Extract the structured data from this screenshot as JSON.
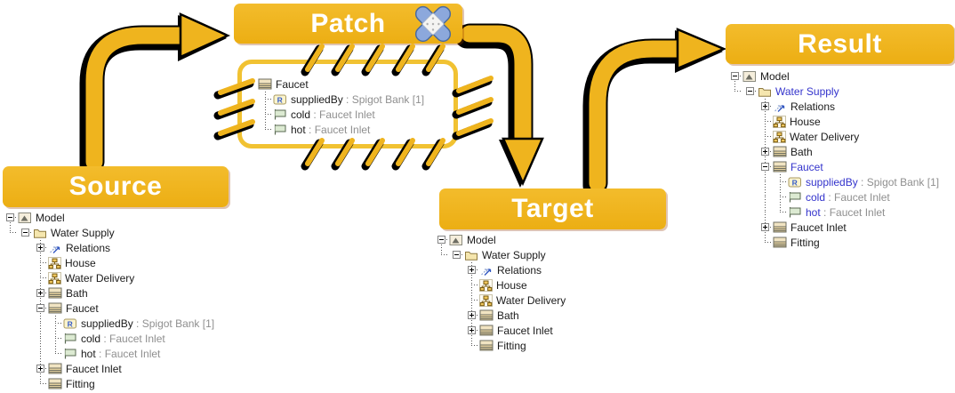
{
  "banners": {
    "source": "Source",
    "patch": "Patch",
    "target": "Target",
    "result": "Result"
  },
  "colors": {
    "gold": "#EFB41E",
    "patch_box_border": "#F1C232",
    "added_blue": "#3333CC",
    "suffix_gray": "#8F8F8F",
    "text": "#1A1A1A",
    "bandaid_blue": "#8CA8DC"
  },
  "trees": {
    "source": {
      "rows": [
        {
          "cells": [
            "HB-"
          ],
          "icon": "model",
          "label": "Model"
        },
        {
          "cells": [
            "TH",
            "H-"
          ],
          "icon": "folder",
          "label": "Water Supply"
        },
        {
          "cells": [
            "",
            "",
            "TBH+"
          ],
          "icon": "relations",
          "label": "Relations"
        },
        {
          "cells": [
            "",
            "",
            "TBH"
          ],
          "icon": "org",
          "label": "House"
        },
        {
          "cells": [
            "",
            "",
            "TBH"
          ],
          "icon": "org",
          "label": "Water Delivery"
        },
        {
          "cells": [
            "",
            "",
            "TBH+"
          ],
          "icon": "class",
          "label": "Bath"
        },
        {
          "cells": [
            "",
            "",
            "TBH-"
          ],
          "icon": "class",
          "label": "Faucet"
        },
        {
          "cells": [
            "",
            "",
            "TB",
            "TBH"
          ],
          "icon": "ref",
          "label": "suppliedBy",
          "suffix": " : Spigot Bank [1]"
        },
        {
          "cells": [
            "",
            "",
            "TB",
            "TBH"
          ],
          "icon": "attr",
          "label": "cold",
          "suffix": " : Faucet Inlet"
        },
        {
          "cells": [
            "",
            "",
            "TB",
            "TH"
          ],
          "icon": "attr",
          "label": "hot",
          "suffix": " : Faucet Inlet"
        },
        {
          "cells": [
            "",
            "",
            "TBH+"
          ],
          "icon": "class",
          "label": "Faucet Inlet"
        },
        {
          "cells": [
            "",
            "",
            "TH"
          ],
          "icon": "class",
          "label": "Fitting"
        }
      ]
    },
    "patch": {
      "rows": [
        {
          "cells": [],
          "icon": "class",
          "label": "Faucet"
        },
        {
          "cells": [
            "TBH"
          ],
          "icon": "ref",
          "label": "suppliedBy",
          "suffix": " : Spigot Bank [1]"
        },
        {
          "cells": [
            "TBH"
          ],
          "icon": "attr",
          "label": "cold",
          "suffix": " : Faucet Inlet"
        },
        {
          "cells": [
            "TH"
          ],
          "icon": "attr",
          "label": "hot",
          "suffix": " : Faucet Inlet"
        }
      ]
    },
    "target": {
      "rows": [
        {
          "cells": [
            "HB-"
          ],
          "icon": "model",
          "label": "Model"
        },
        {
          "cells": [
            "TH",
            "H-"
          ],
          "icon": "folder",
          "label": "Water Supply"
        },
        {
          "cells": [
            "",
            "",
            "TBH+"
          ],
          "icon": "relations",
          "label": "Relations"
        },
        {
          "cells": [
            "",
            "",
            "TBH"
          ],
          "icon": "org",
          "label": "House"
        },
        {
          "cells": [
            "",
            "",
            "TBH"
          ],
          "icon": "org",
          "label": "Water Delivery"
        },
        {
          "cells": [
            "",
            "",
            "TBH+"
          ],
          "icon": "class",
          "label": "Bath"
        },
        {
          "cells": [
            "",
            "",
            "TBH+"
          ],
          "icon": "class",
          "label": "Faucet Inlet"
        },
        {
          "cells": [
            "",
            "",
            "TH"
          ],
          "icon": "class",
          "label": "Fitting"
        }
      ]
    },
    "result": {
      "rows": [
        {
          "cells": [
            "HB-"
          ],
          "icon": "model",
          "label": "Model"
        },
        {
          "cells": [
            "TH",
            "H-"
          ],
          "icon": "folder",
          "label": "Water Supply",
          "color": "#3333CC"
        },
        {
          "cells": [
            "",
            "",
            "TBH+"
          ],
          "icon": "relations",
          "label": "Relations"
        },
        {
          "cells": [
            "",
            "",
            "TBH"
          ],
          "icon": "org",
          "label": "House"
        },
        {
          "cells": [
            "",
            "",
            "TBH"
          ],
          "icon": "org",
          "label": "Water Delivery"
        },
        {
          "cells": [
            "",
            "",
            "TBH+"
          ],
          "icon": "class",
          "label": "Bath"
        },
        {
          "cells": [
            "",
            "",
            "TBH-"
          ],
          "icon": "class",
          "label": "Faucet",
          "color": "#3333CC"
        },
        {
          "cells": [
            "",
            "",
            "TB",
            "TBH"
          ],
          "icon": "ref",
          "label": "suppliedBy",
          "suffix": " : Spigot Bank [1]",
          "color": "#3333CC"
        },
        {
          "cells": [
            "",
            "",
            "TB",
            "TBH"
          ],
          "icon": "attr",
          "label": "cold",
          "suffix": " : Faucet Inlet",
          "color": "#3333CC"
        },
        {
          "cells": [
            "",
            "",
            "TB",
            "TH"
          ],
          "icon": "attr",
          "label": "hot",
          "suffix": " : Faucet Inlet",
          "color": "#3333CC"
        },
        {
          "cells": [
            "",
            "",
            "TBH+"
          ],
          "icon": "class",
          "label": "Faucet Inlet"
        },
        {
          "cells": [
            "",
            "",
            "TH"
          ],
          "icon": "class",
          "label": "Fitting"
        }
      ]
    }
  }
}
